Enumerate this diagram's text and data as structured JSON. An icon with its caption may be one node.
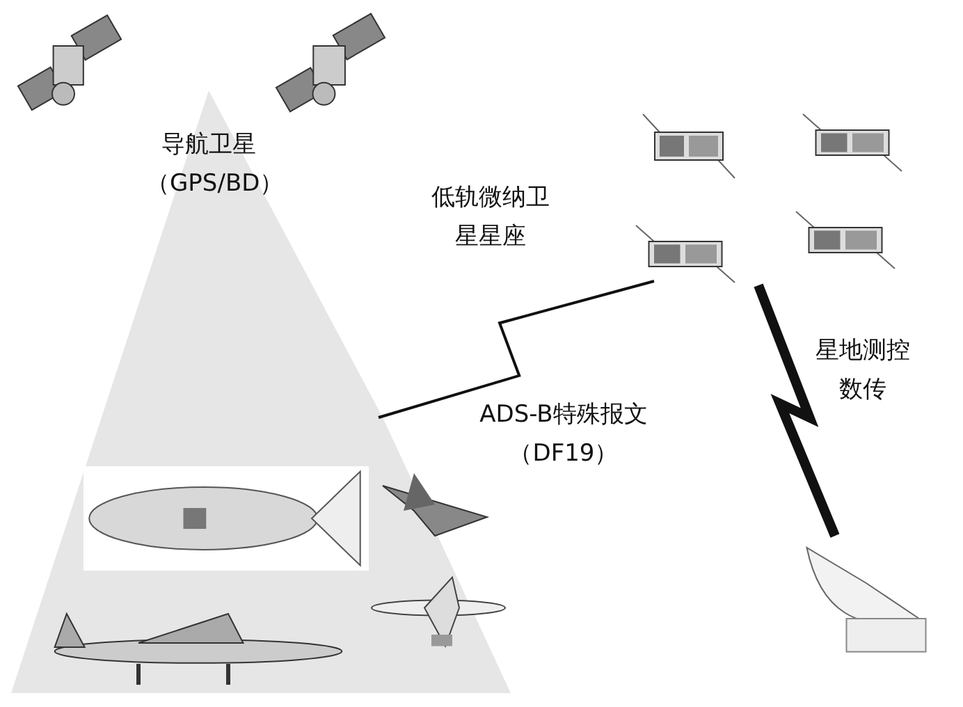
{
  "diagram": {
    "nodes": [
      {
        "text": [],
        "shape": "picture"
      },
      {
        "text": [],
        "shape": "picture"
      },
      {
        "text": [
          "低轨微纳卫星星座"
        ]
      },
      {
        "text": [],
        "shape": "picture",
        "in": 2
      },
      {
        "text": [],
        "shape": "picture",
        "in": 2
      },
      {
        "text": [],
        "shape": "picture",
        "in": 2
      },
      {
        "text": [],
        "shape": "picture",
        "in": 2
      },
      {
        "text": [
          "导航卫星（GPS/BD）"
        ]
      },
      {
        "text": [],
        "shape": "picture",
        "in": 7
      },
      {
        "text": [],
        "shape": "picture",
        "in": 7
      },
      {
        "text": [],
        "shape": "picture",
        "in": 7
      },
      {
        "text": [],
        "shape": "picture",
        "in": 7
      },
      {
        "text": [],
        "shape": "picture"
      }
    ],
    "edges": [
      {
        "from": 7,
        "to": 2,
        "arrow": "none",
        "label": "ADS-B特殊报文（DF19）"
      },
      {
        "from": 2,
        "to": 12,
        "arrow": "none",
        "label": "星地测控数传",
        "style": "thick"
      }
    ]
  }
}
